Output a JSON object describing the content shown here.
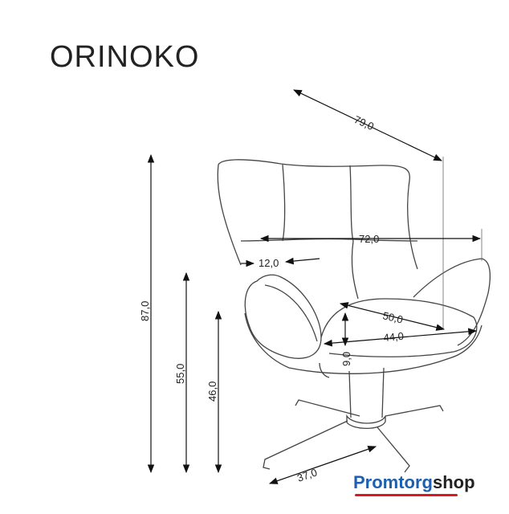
{
  "title": "ORINOKO",
  "brand": {
    "part1": "Promtorg",
    "part2": "shop",
    "accent_color": "#d71920",
    "primary_color": "#1f5fb0"
  },
  "dimensions": {
    "depth": "79,0",
    "width": "72,0",
    "armrest_width": "12,0",
    "seat_depth": "50,0",
    "seat_width": "44,0",
    "seat_cushion_height": "9,0",
    "total_height": "87,0",
    "armrest_height": "55,0",
    "seat_height": "46,0",
    "base_leg": "37,0"
  }
}
